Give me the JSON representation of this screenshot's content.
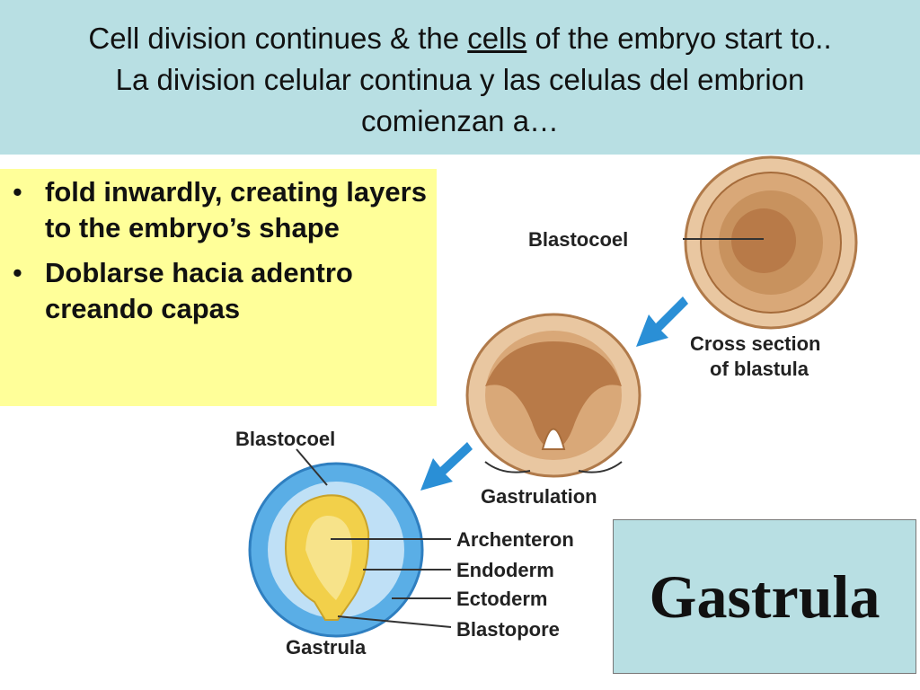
{
  "title": {
    "line1_before": "Cell division continues & the ",
    "line1_underlined": "cells",
    "line1_after": " of the embryo start to..",
    "line2": "La division celular continua y las celulas del embrion",
    "line3": "comienzan a…"
  },
  "bullets": [
    {
      "dot": "•",
      "text": "fold inwardly, creating layers to the embryo’s shape"
    },
    {
      "dot": "•",
      "text": "Doblarse hacia adentro creando capas"
    }
  ],
  "diagram": {
    "blastula_label": "Blastocoel",
    "cross_section_line1": "Cross section",
    "cross_section_line2": "of blastula",
    "gastrulation_label": "Gastrulation",
    "gastrula_blastocoel_label": "Blastocoel",
    "archenteron_label": "Archenteron",
    "endoderm_label": "Endoderm",
    "ectoderm_label": "Ectoderm",
    "blastopore_label": "Blastopore",
    "gastrula_caption": "Gastrula"
  },
  "gastrula_box": {
    "word": "Gastrula"
  },
  "colors": {
    "title_bg": "#b8dfe3",
    "bullet_bg": "#ffff99",
    "arrow": "#2a8fd6",
    "ectoderm": "#5aaee6",
    "endoderm": "#f2d04a",
    "cell_tan": "#d9a878"
  }
}
